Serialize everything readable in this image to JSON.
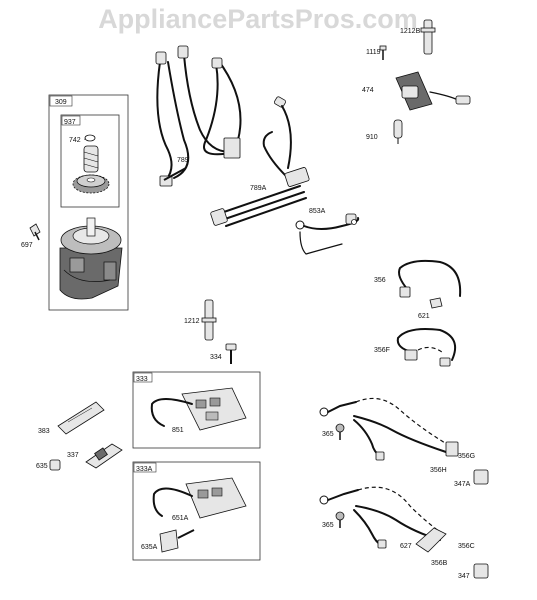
{
  "watermark": "AppliancePartsPros.com",
  "groups": {
    "starter": "309",
    "drive_kit": "937",
    "module_a": "333",
    "module_b": "333A"
  },
  "parts": {
    "p1212b": "1212B",
    "p1119": "1119",
    "p474": "474",
    "p910": "910",
    "p742": "742",
    "p697": "697",
    "p789": "789",
    "p789a": "789A",
    "p853a": "853A",
    "p356": "356",
    "p621": "621",
    "p356f": "356F",
    "p1212": "1212",
    "p334": "334",
    "p851": "851",
    "p383": "383",
    "p337": "337",
    "p635": "635",
    "p651a": "651A",
    "p635a": "635A",
    "p365_top": "365",
    "p356g": "356G",
    "p356h": "356H",
    "p347a": "347A",
    "p365_bottom": "365",
    "p627": "627",
    "p356c": "356C",
    "p356b": "356B",
    "p347": "347"
  }
}
